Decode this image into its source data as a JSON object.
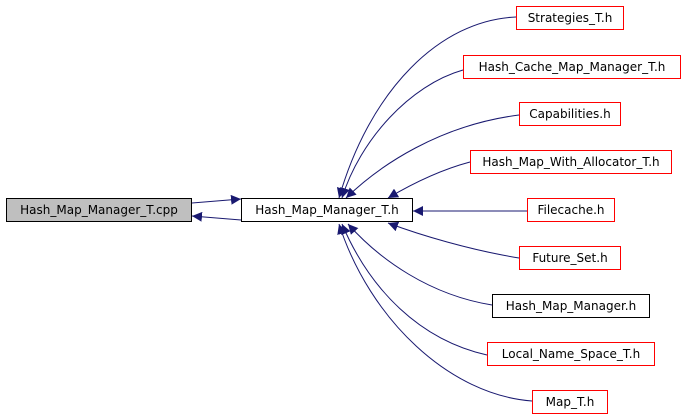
{
  "colors": {
    "edge": "#191970",
    "focus_fill": "#bfbfbf",
    "documented_border": "#000000",
    "undocumented_border": "#ff0000"
  },
  "nodes": {
    "cpp": "Hash_Map_Manager_T.cpp",
    "center": "Hash_Map_Manager_T.h",
    "strategies": "Strategies_T.h",
    "hash_cache": "Hash_Cache_Map_Manager_T.h",
    "capabilities": "Capabilities.h",
    "with_allocator": "Hash_Map_With_Allocator_T.h",
    "filecache": "Filecache.h",
    "future_set": "Future_Set.h",
    "hash_map_manager": "Hash_Map_Manager.h",
    "local_name_space": "Local_Name_Space_T.h",
    "map_t": "Map_T.h"
  }
}
